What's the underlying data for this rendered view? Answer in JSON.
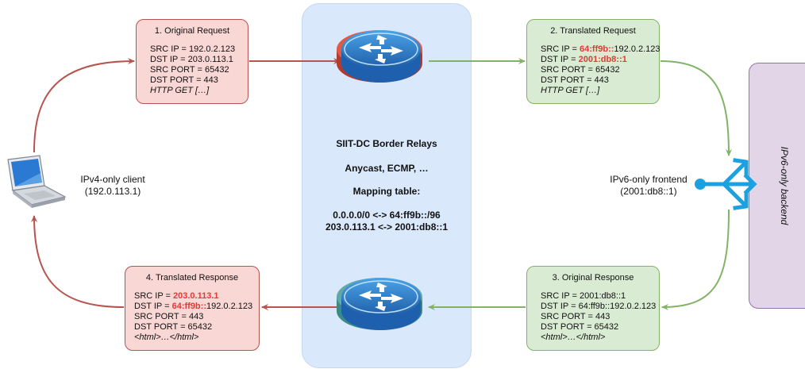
{
  "relay": {
    "title": "SIIT-DC Border Relays",
    "subtitle": "Anycast, ECMP, …",
    "mapping_title": "Mapping table:",
    "mapping": [
      "0.0.0.0/0 <-> 64:ff9b::/96",
      "203.0.113.1 <-> 2001:db8::1"
    ]
  },
  "client": {
    "line1": "IPv4-only client",
    "line2": "(192.0.113.1)"
  },
  "frontend": {
    "line1": "IPv6-only frontend",
    "line2": "(2001:db8::1)"
  },
  "backend": {
    "label": "IPv6-only backend"
  },
  "boxes": {
    "req1": {
      "title": "1. Original Request",
      "src_ip": "SRC IP = 192.0.2.123",
      "dst_ip": "DST IP = 203.0.113.1",
      "src_port": "SRC  PORT = 65432",
      "dst_port": "DST PORT = 443",
      "payload": "HTTP GET […]"
    },
    "req2": {
      "title": "2. Translated Request",
      "src_prefix": "SRC IP = ",
      "src_hl": "64:ff9b::",
      "src_rest": "192.0.2.123",
      "dst_prefix": "DST IP = ",
      "dst_hl": "2001:db8::1",
      "src_port": "SRC  PORT = 65432",
      "dst_port": "DST PORT = 443",
      "payload": "HTTP GET […]"
    },
    "resp3": {
      "title": "3. Original Response",
      "src_ip": "SRC IP = 2001:db8::1",
      "dst_ip": "DST IP = 64:ff9b::192.0.2.123",
      "src_port": "SRC  PORT = 443",
      "dst_port": "DST PORT = 65432",
      "payload": "<html>…</html>"
    },
    "resp4": {
      "title": "4. Translated Response",
      "src_prefix": "SRC IP = ",
      "src_hl": "203.0.113.1",
      "dst_prefix": "DST IP = ",
      "dst_hl": "64:ff9b::",
      "dst_rest": "192.0.2.123",
      "src_port": "SRC  PORT = 443",
      "dst_port": "DST PORT = 65432",
      "payload": "<html>…</html>"
    }
  },
  "colors": {
    "ipv4_arrow": "#b85450",
    "ipv6_arrow": "#82b366",
    "highlight": "#e53935",
    "relay_bg": "#dae8fc",
    "backend_bg": "#e1d5e7",
    "frontend_icon": "#1ba1e2"
  },
  "icons": [
    "laptop-icon",
    "router-icon",
    "load-balancer-icon"
  ]
}
